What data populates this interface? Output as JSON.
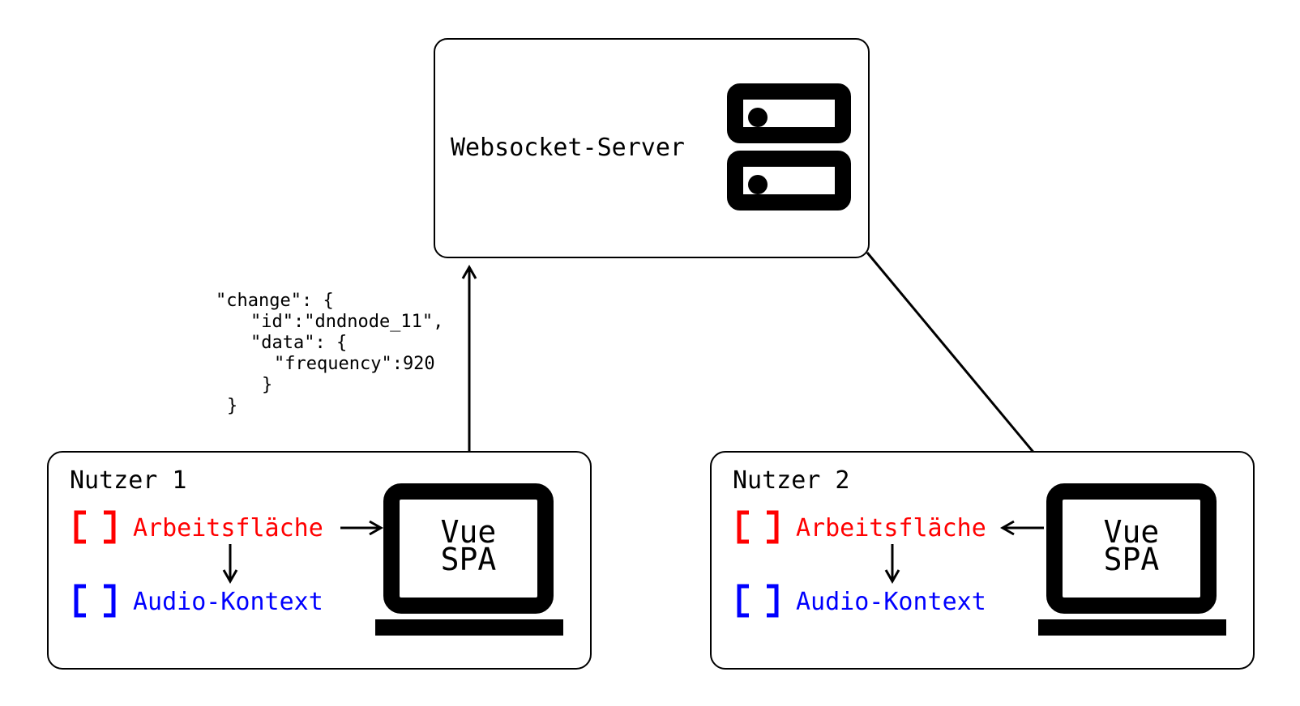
{
  "server": {
    "label": "Websocket-Server",
    "icon": "server-icon"
  },
  "message": {
    "lines": [
      "\"change\": {",
      "\"id\":\"dndnode_11\",",
      "\"data\": {",
      "\"frequency\":920",
      "}",
      "}"
    ]
  },
  "users": [
    {
      "title": "Nutzer 1",
      "workspace": "Arbeitsfläche",
      "audio": "Audio-Kontext",
      "laptop_line1": "Vue",
      "laptop_line2": "SPA"
    },
    {
      "title": "Nutzer 2",
      "workspace": "Arbeitsfläche",
      "audio": "Audio-Kontext",
      "laptop_line1": "Vue",
      "laptop_line2": "SPA"
    }
  ],
  "colors": {
    "workspace": "#ff0000",
    "audio": "#0000ff",
    "stroke": "#000000"
  }
}
